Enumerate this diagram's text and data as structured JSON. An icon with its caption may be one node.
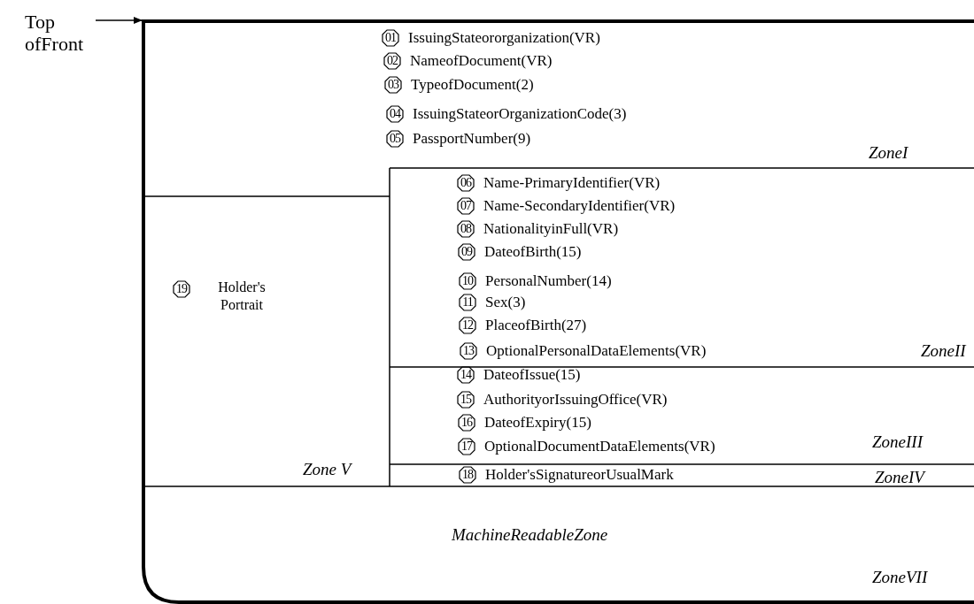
{
  "diagram": {
    "nodes": [
      {
        "text": [
          "Top ofFront"
        ]
      },
      {
        "text": [],
        "shape": "box"
      },
      {
        "text": [
          "ZoneI"
        ],
        "in": 1
      },
      {
        "text": [
          "01"
        ],
        "beside": [
          "IssuingStateororganization(VR)"
        ],
        "in": 2
      },
      {
        "text": [
          "02"
        ],
        "beside": [
          "NameofDocument(VR)"
        ],
        "in": 2
      },
      {
        "text": [
          "03"
        ],
        "beside": [
          "TypeofDocument(2)"
        ],
        "in": 2
      },
      {
        "text": [
          "04"
        ],
        "beside": [
          "IssuingStateorOrganizationCode(3)"
        ],
        "in": 2
      },
      {
        "text": [
          "05"
        ],
        "beside": [
          "PassportNumber(9)"
        ],
        "in": 2
      },
      {
        "text": [
          "ZoneII"
        ],
        "in": 1
      },
      {
        "text": [
          "06"
        ],
        "beside": [
          "Name-PrimaryIdentifier(VR)"
        ],
        "in": 8
      },
      {
        "text": [
          "07"
        ],
        "beside": [
          "Name-SecondaryIdentifier(VR)"
        ],
        "in": 8
      },
      {
        "text": [
          "08"
        ],
        "beside": [
          "NationalityinFull(VR)"
        ],
        "in": 8
      },
      {
        "text": [
          "09"
        ],
        "beside": [
          "DateofBirth(15)"
        ],
        "in": 8
      },
      {
        "text": [
          "10"
        ],
        "beside": [
          "PersonalNumber(14)"
        ],
        "in": 8
      },
      {
        "text": [
          "11"
        ],
        "beside": [
          "Sex(3)"
        ],
        "in": 8
      },
      {
        "text": [
          "12"
        ],
        "beside": [
          "PlaceofBirth(27)"
        ],
        "in": 8
      },
      {
        "text": [
          "13"
        ],
        "beside": [
          "OptionalPersonalDataElements(VR)"
        ],
        "in": 8
      },
      {
        "text": [
          "ZoneIII"
        ],
        "in": 1
      },
      {
        "text": [
          "14"
        ],
        "beside": [
          "DateofIssue(15)"
        ],
        "in": 17
      },
      {
        "text": [
          "15"
        ],
        "beside": [
          "AuthorityorIssuingOffice(VR)"
        ],
        "in": 17
      },
      {
        "text": [
          "16"
        ],
        "beside": [
          "DateofExpiry(15)"
        ],
        "in": 17
      },
      {
        "text": [
          "17"
        ],
        "beside": [
          "OptionalDocumentDataElements(VR)"
        ],
        "in": 17
      },
      {
        "text": [
          "ZoneIV"
        ],
        "in": 1
      },
      {
        "text": [
          "18"
        ],
        "beside": [
          "Holder'sSignatureorUsualMark"
        ],
        "in": 22
      },
      {
        "text": [
          "Zone V"
        ],
        "in": 1
      },
      {
        "text": [
          "19"
        ],
        "beside": [
          "Holder's Portrait"
        ],
        "in": 24
      },
      {
        "text": [
          "MachineReadableZone",
          "ZoneVII"
        ],
        "in": 1
      }
    ],
    "edges": [
      {
        "from": 0,
        "to": 1,
        "arrow": "to"
      }
    ]
  }
}
